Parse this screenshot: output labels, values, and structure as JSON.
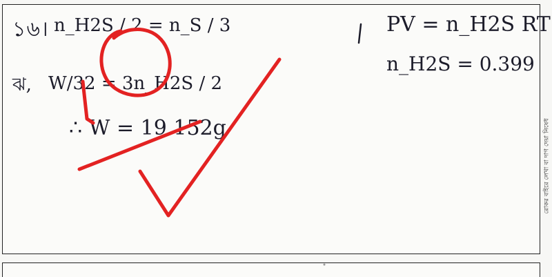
{
  "handwriting": {
    "question_no": "১৬।",
    "ratio_line": "n_H2S / 2 = n_S / 3",
    "option_marker": "ঝ,",
    "mass_eq": "W/32 = 3n_H2S / 2",
    "result": "∴ W = 19.152g",
    "ideal_gas": "PV = n_H2S RT",
    "moles": "n_H2S = 0.399"
  },
  "margin_note": "রোকর বাইরে লেখা বা দাগ দেয়া নিষেধ",
  "grading_color": "#e32222",
  "ink_color": "#1c1c2a"
}
